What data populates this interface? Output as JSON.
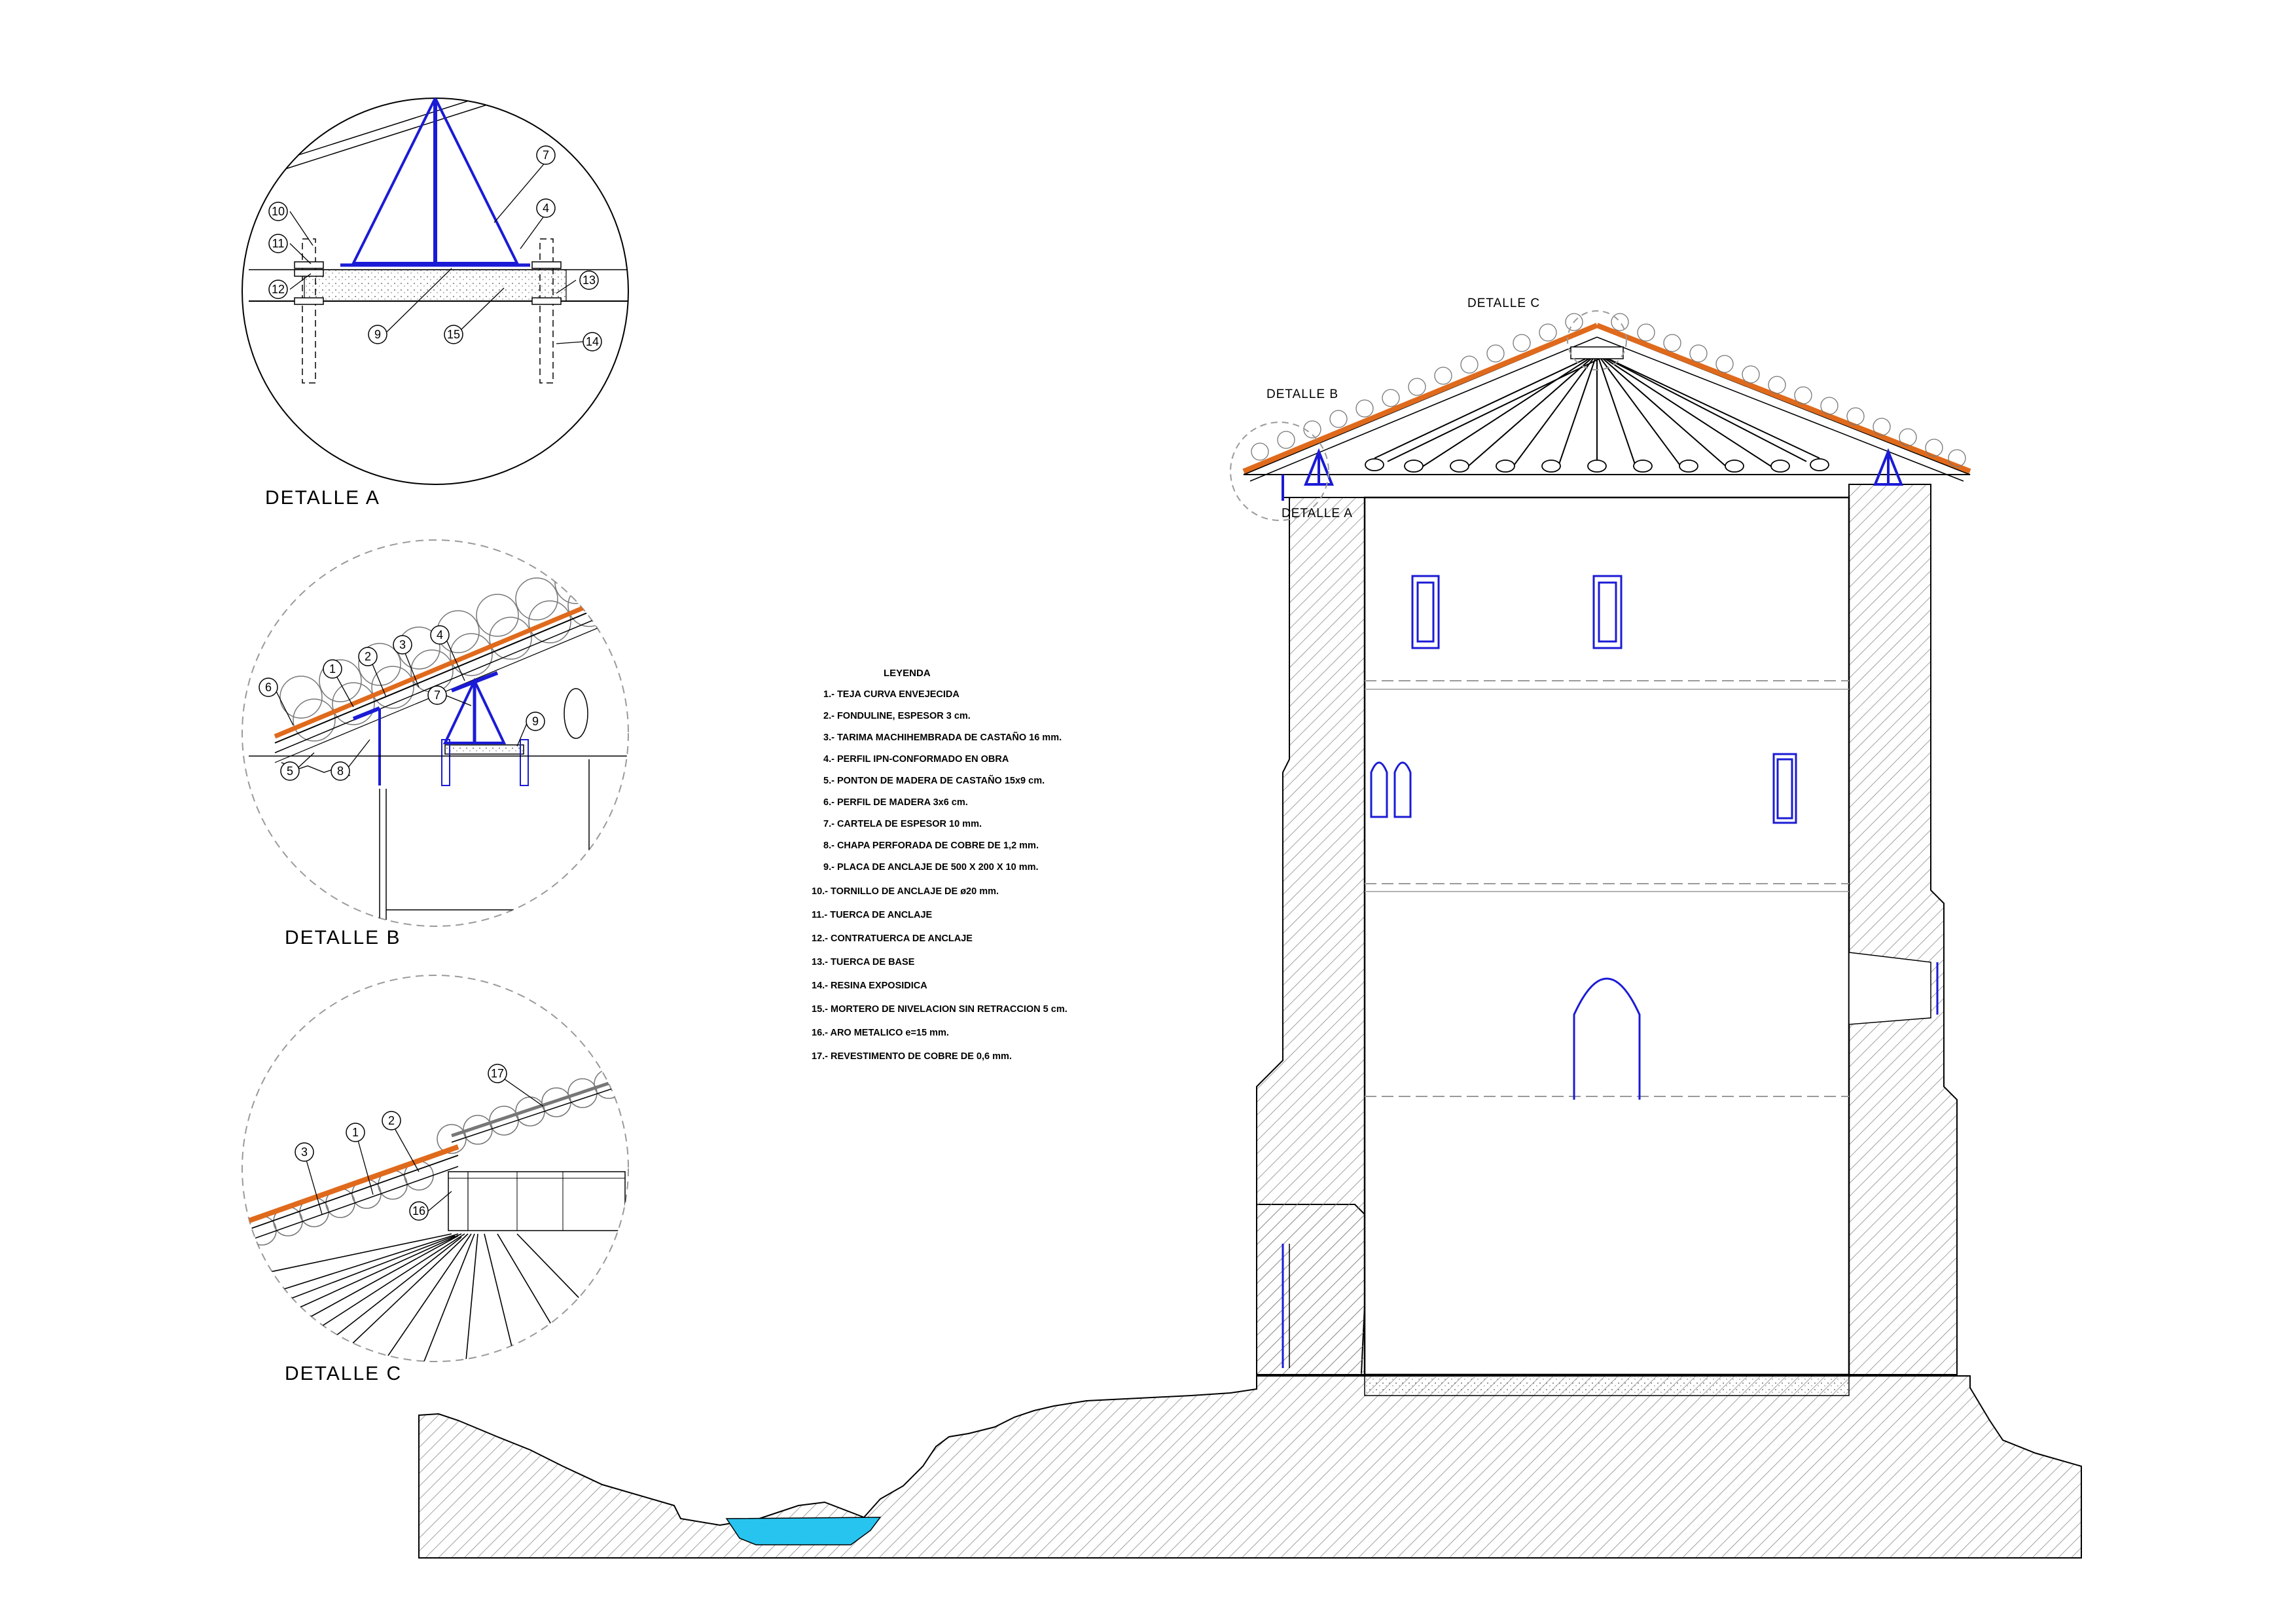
{
  "details": {
    "a": {
      "title": "DETALLE A",
      "callouts": [
        "10",
        "11",
        "12",
        "7",
        "4",
        "9",
        "15",
        "13",
        "14"
      ]
    },
    "b": {
      "title": "DETALLE B",
      "callouts": [
        "6",
        "1",
        "2",
        "3",
        "4",
        "7",
        "5",
        "8",
        "9"
      ]
    },
    "c": {
      "title": "DETALLE C",
      "callouts": [
        "3",
        "1",
        "2",
        "17",
        "16"
      ]
    }
  },
  "elevation_tags": {
    "detalle_c": "DETALLE C",
    "detalle_b": "DETALLE B",
    "detalle_a": "DETALLE A"
  },
  "legend": {
    "title": "LEYENDA",
    "items": [
      "1.- TEJA CURVA ENVEJECIDA",
      "2.- FONDULINE, ESPESOR 3 cm.",
      "3.- TARIMA MACHIHEMBRADA DE CASTAÑO 16 mm.",
      "4.- PERFIL IPN-CONFORMADO EN OBRA",
      "5.- PONTON DE MADERA  DE CASTAÑO 15x9 cm.",
      "6.- PERFIL DE MADERA 3x6 cm.",
      "7.- CARTELA DE ESPESOR 10 mm.",
      "8.- CHAPA PERFORADA DE COBRE DE 1,2 mm.",
      "9.- PLACA DE ANCLAJE DE 500  X 200 X 10 mm.",
      "10.- TORNILLO DE ANCLAJE DE ø20 mm.",
      "11.- TUERCA DE ANCLAJE",
      "12.- CONTRATUERCA DE ANCLAJE",
      "13.- TUERCA DE BASE",
      "14.- RESINA EXPOSIDICA",
      "15.- MORTERO DE NIVELACION SIN RETRACCION 5 cm.",
      "16.- ARO METALICO e=15 mm.",
      "17.- REVESTIMENTO DE COBRE DE 0,6 mm."
    ]
  },
  "colors": {
    "line": "#000000",
    "steel": "#1b1bd6",
    "tile_orange": "#e06a1c",
    "water": "#27c4f0",
    "hatch": "#8a8a8a",
    "dashed": "#9a9a9a"
  }
}
